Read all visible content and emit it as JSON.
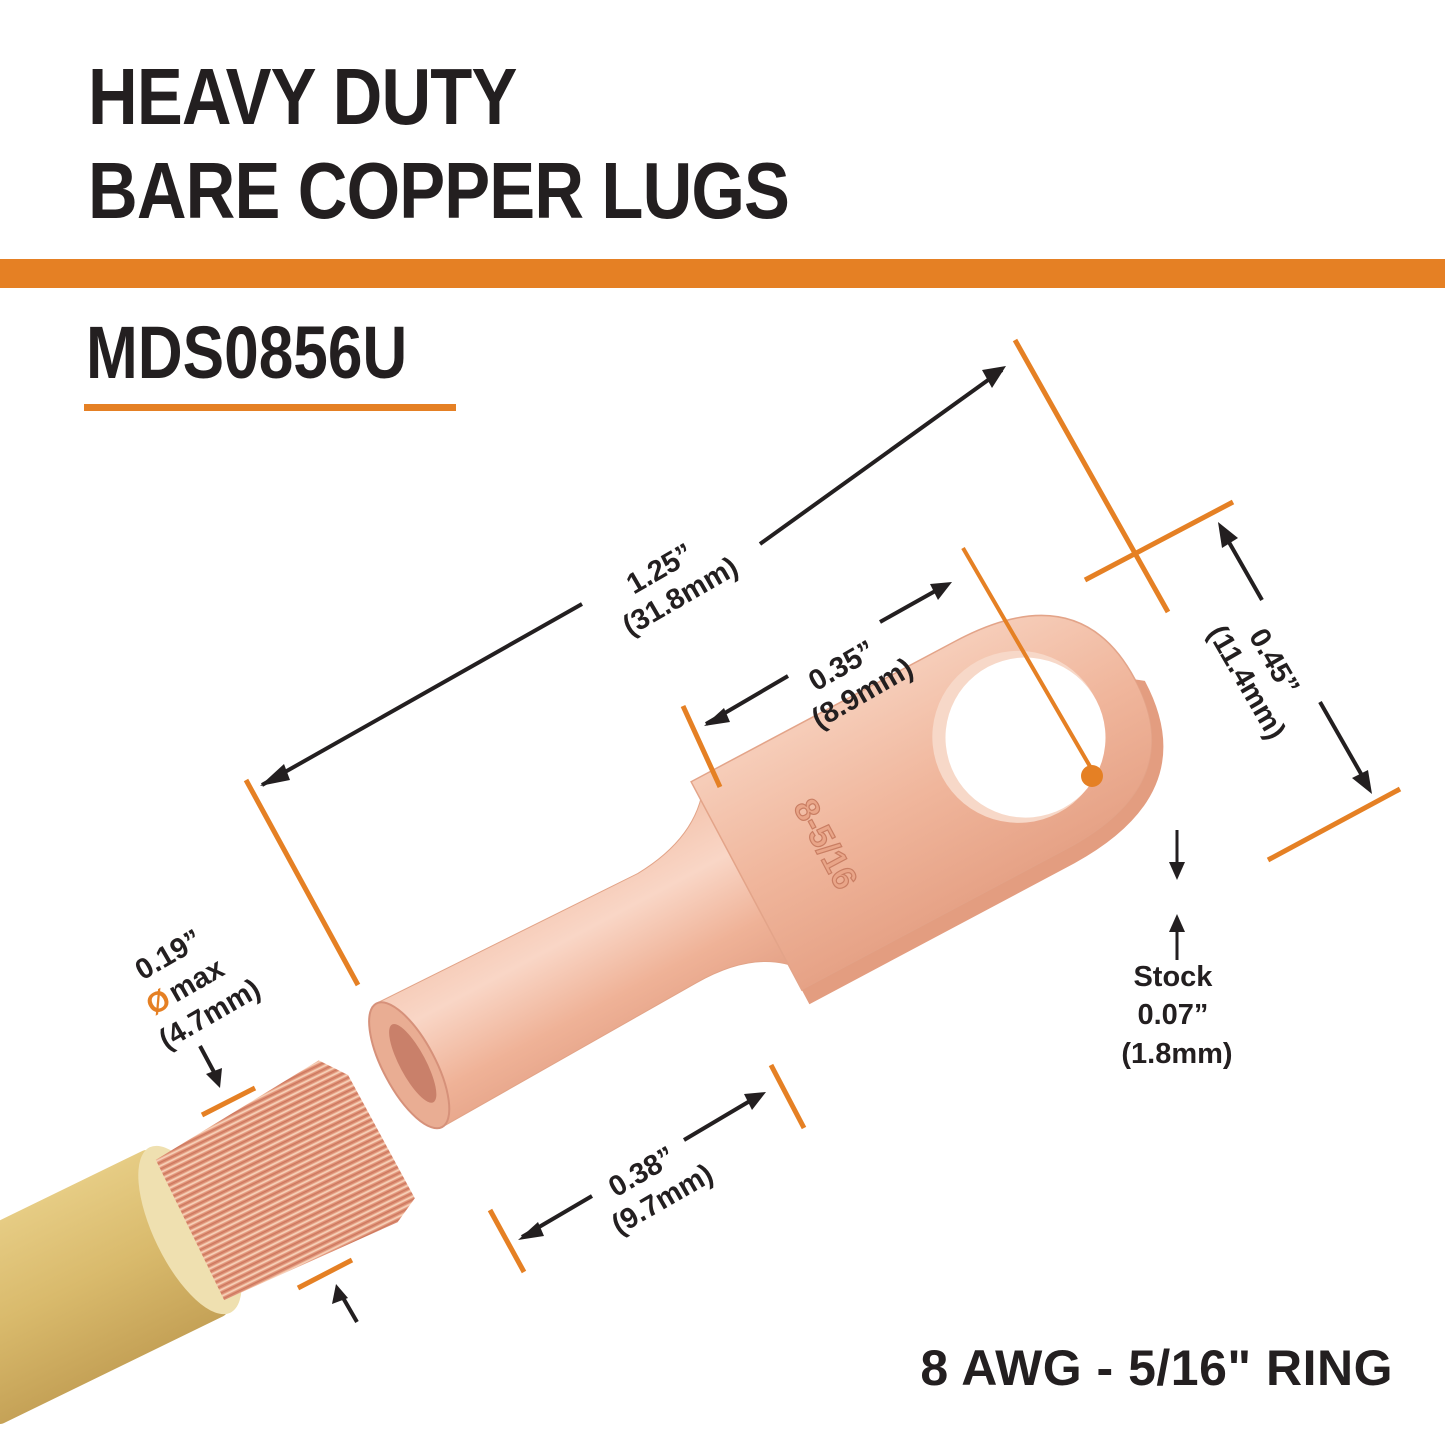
{
  "header": {
    "title_lines": [
      "HEAVY DUTY",
      "BARE COPPER LUGS"
    ],
    "model_number": "MDS0856U"
  },
  "colors": {
    "accent": "#e58024",
    "text": "#231f20",
    "copper": "#f2b9a0",
    "insulation": "#d8b86a"
  },
  "dimensions": {
    "overall_length": {
      "inch": "1.25”",
      "mm": "(31.8mm)"
    },
    "hole_to_barrel": {
      "inch": "0.35”",
      "mm": "(8.9mm)"
    },
    "tongue_width": {
      "inch": "0.45”",
      "mm": "(11.4mm)"
    },
    "barrel_length": {
      "inch": "0.38”",
      "mm": "(9.7mm)"
    },
    "stock": {
      "label": "Stock",
      "inch": "0.07”",
      "mm": "(1.8mm)"
    },
    "wire_diameter": {
      "inch": "0.19”",
      "symbol": "Ø",
      "qualifier": "max",
      "mm": "(4.7mm)"
    }
  },
  "lug_stamp": "8-5/16",
  "footer": {
    "spec": "8 AWG - 5/16\" RING"
  },
  "icons": {
    "center_marker": "orange-dot-icon",
    "arrows": "dimension-arrow-icon"
  }
}
